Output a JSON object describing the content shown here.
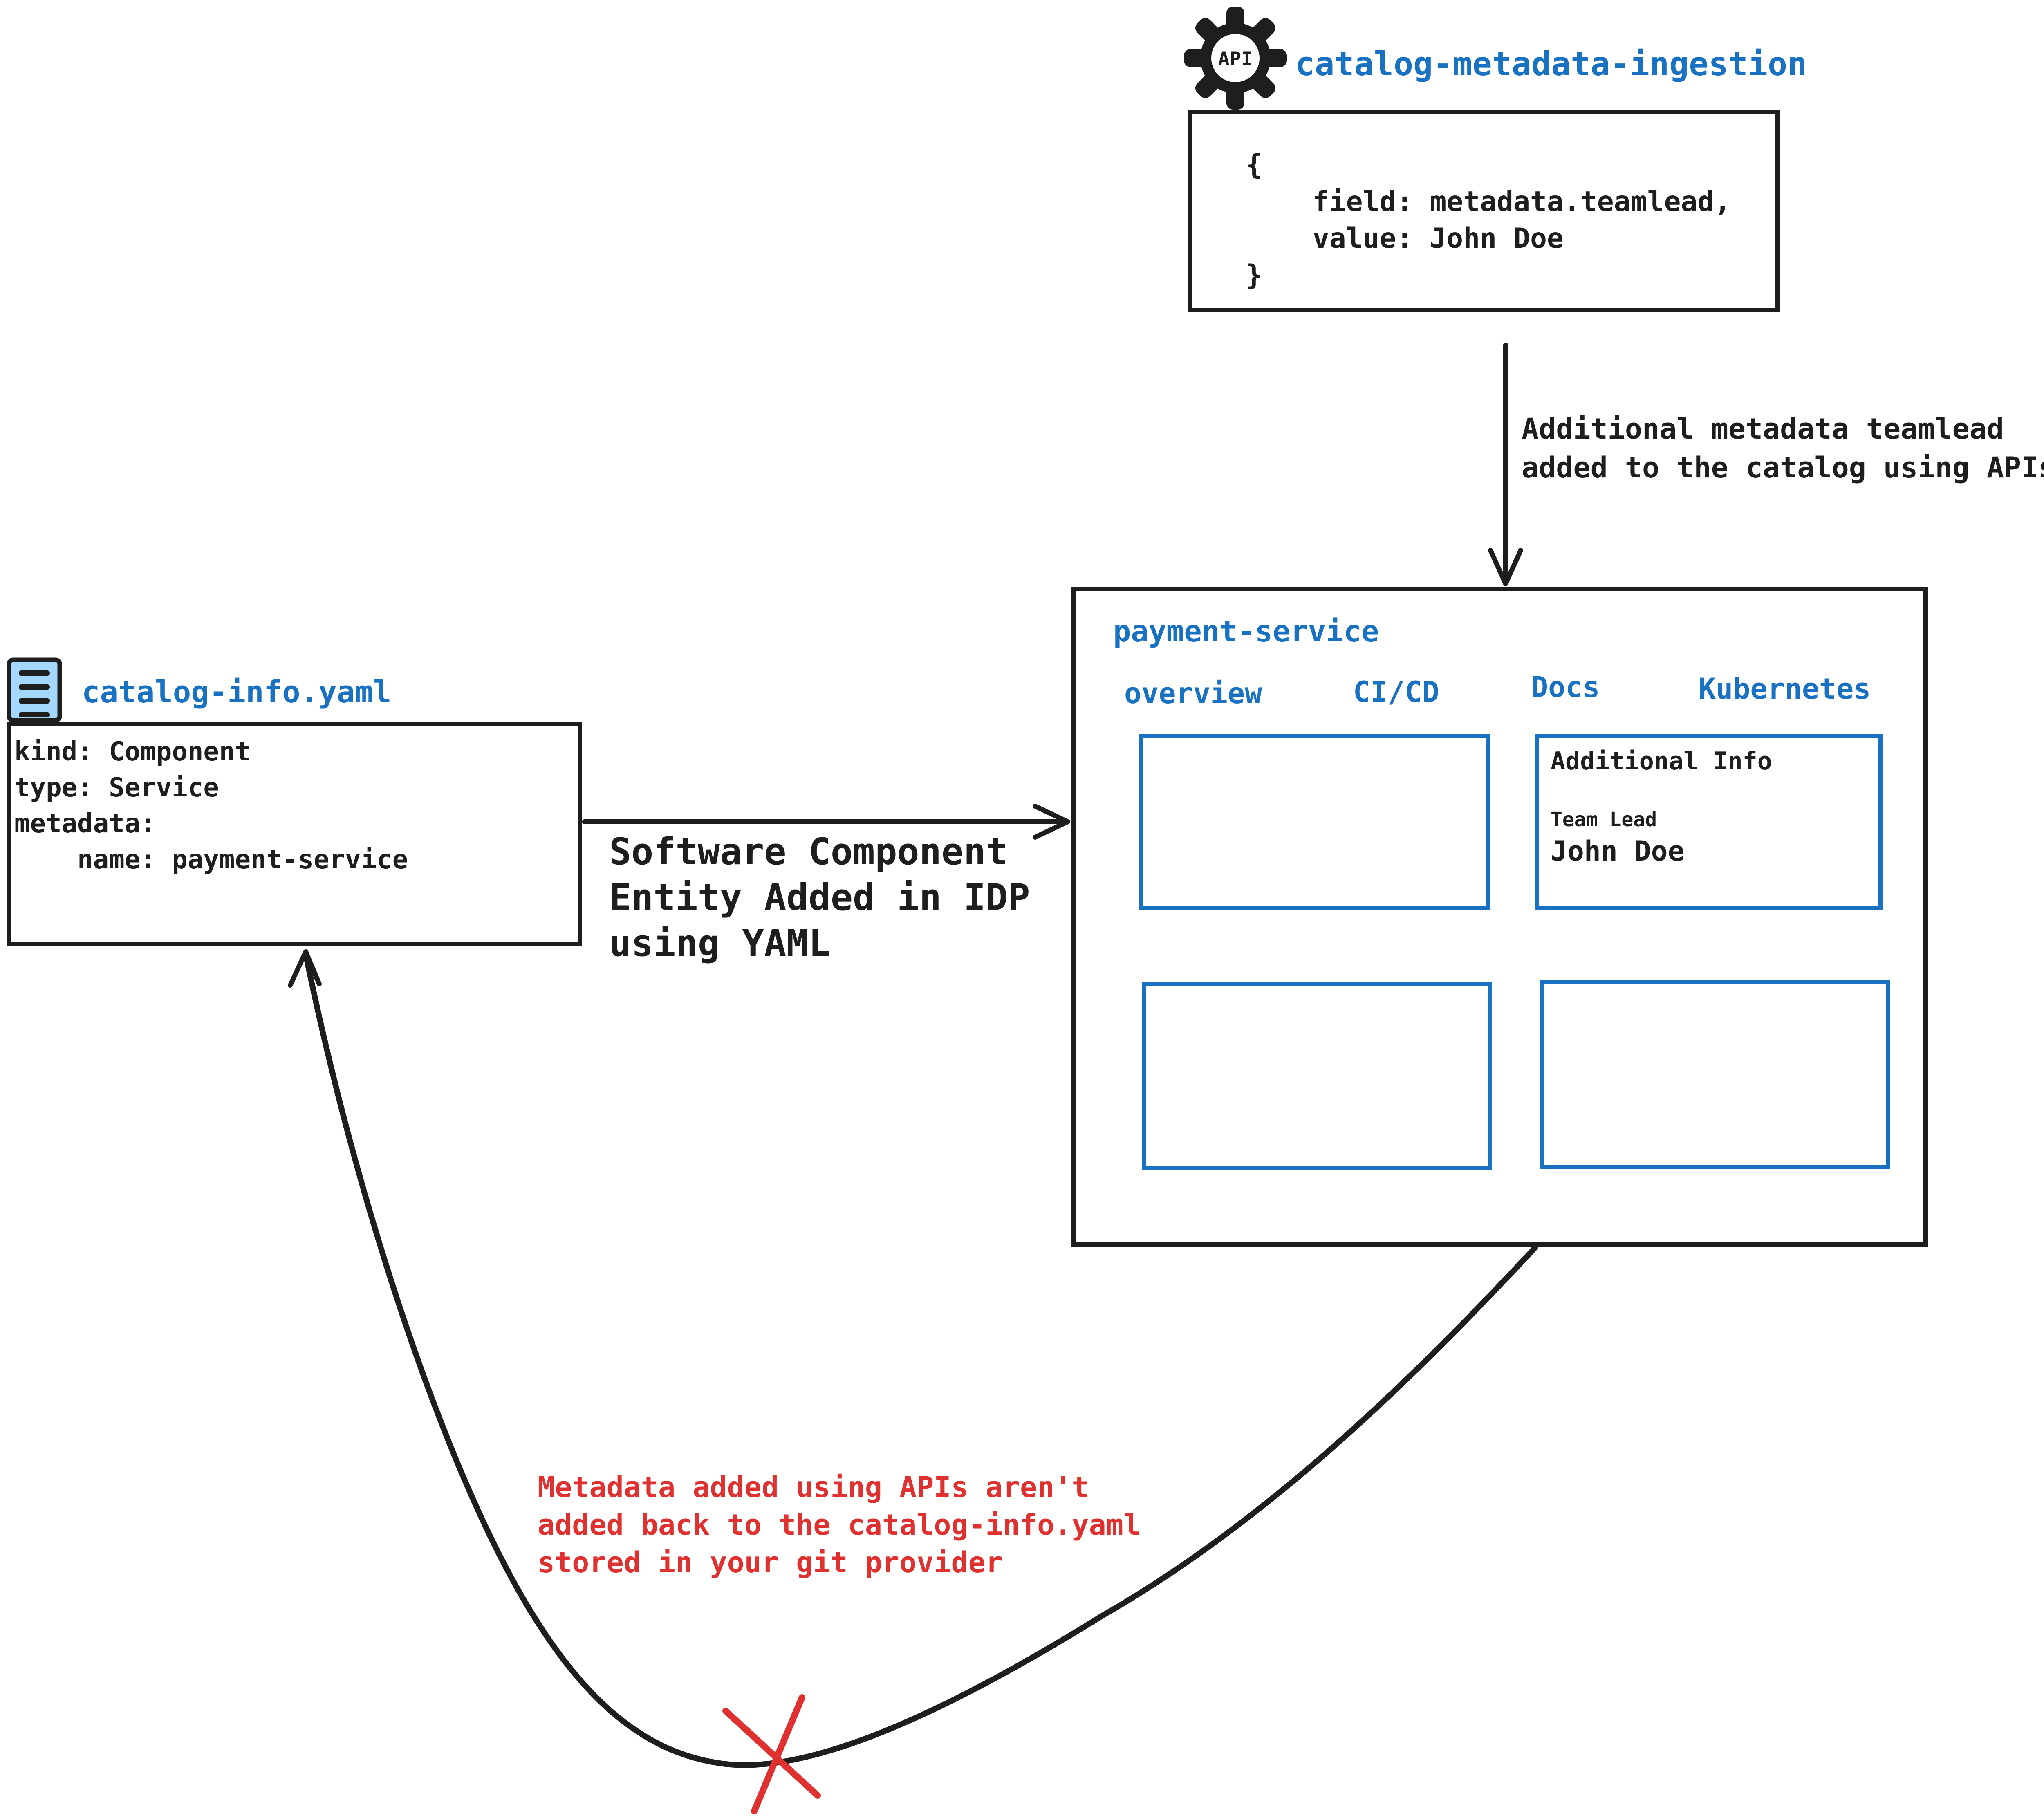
{
  "colors": {
    "accent_blue": "#1971c2",
    "ink_black": "#1e1e1e",
    "alert_red": "#e03131",
    "file_icon_fill": "#a5d8ff"
  },
  "api_ingestion": {
    "gear_icon_label": "API",
    "title": "catalog-metadata-ingestion",
    "code_lines": [
      "{",
      "    field: metadata.teamlead,",
      "    value: John Doe",
      "}"
    ],
    "arrow_label_lines": [
      "Additional metadata teamlead",
      "added to the catalog using APIs"
    ]
  },
  "idp_portal": {
    "title": "payment-service",
    "tabs": [
      {
        "label": "overview"
      },
      {
        "label": "CI/CD"
      },
      {
        "label": "Docs"
      },
      {
        "label": "Kubernetes"
      }
    ],
    "additional_info_card": {
      "heading": "Additional Info",
      "field_label": "Team Lead",
      "field_value": "John Doe"
    }
  },
  "yaml_file": {
    "title": "catalog-info.yaml",
    "code_lines": [
      "kind: Component",
      "type: Service",
      "metadata:",
      "    name: payment-service"
    ],
    "arrow_label_lines": [
      "Software Component",
      "Entity Added in IDP",
      "using YAML"
    ]
  },
  "feedback_warning": {
    "lines": [
      "Metadata added using APIs aren't",
      "added back to the catalog-info.yaml",
      "stored in your git provider"
    ]
  }
}
